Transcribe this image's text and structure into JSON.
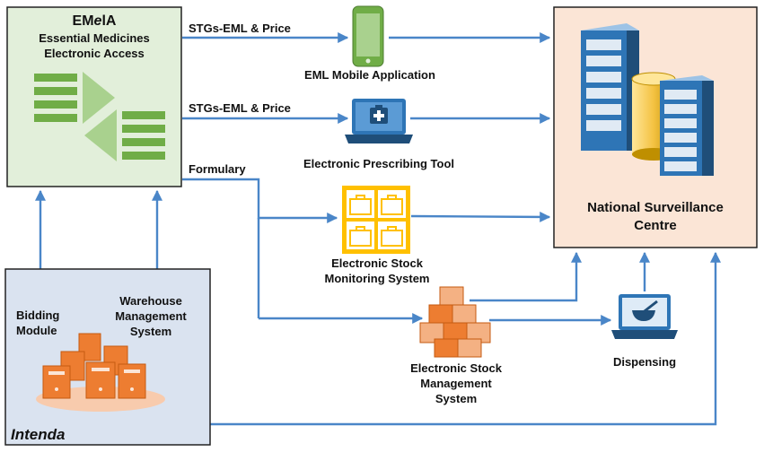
{
  "emeia": {
    "title_prefix": "EM",
    "title_italic": "e",
    "title_suffix": "lA",
    "line1": "Essential Medicines",
    "line2": "Electronic Access"
  },
  "edges": {
    "stg_top": "STGs-EML & Price",
    "stg_mid": "STGs-EML & Price",
    "formulary": "Formulary"
  },
  "nodes": {
    "eml_app": "EML Mobile Application",
    "prescribing": "Electronic Prescribing Tool",
    "stock_monitoring": [
      "Electronic Stock",
      "Monitoring System"
    ],
    "stock_management": [
      "Electronic Stock",
      "Management",
      "System"
    ],
    "dispensing": "Dispensing",
    "surveillance": [
      "National Surveillance",
      "Centre"
    ]
  },
  "intenda": {
    "title": "Intenda",
    "bidding": [
      "Bidding",
      "Module"
    ],
    "warehouse": [
      "Warehouse",
      "Management",
      "System"
    ]
  },
  "colors": {
    "arrow": "#4a86c8",
    "emeia_fill": "#e2efda",
    "emeia_bars": "#70ad47",
    "intenda_fill": "#dae3f0",
    "surveillance_fill": "#fbe5d6",
    "phone": "#70ad47",
    "laptop": "#2e75b6",
    "stock_grid": "#ffc000",
    "boxes": "#ed7d31",
    "servers": "#2e75b6",
    "cylinder": "#f4c242"
  }
}
